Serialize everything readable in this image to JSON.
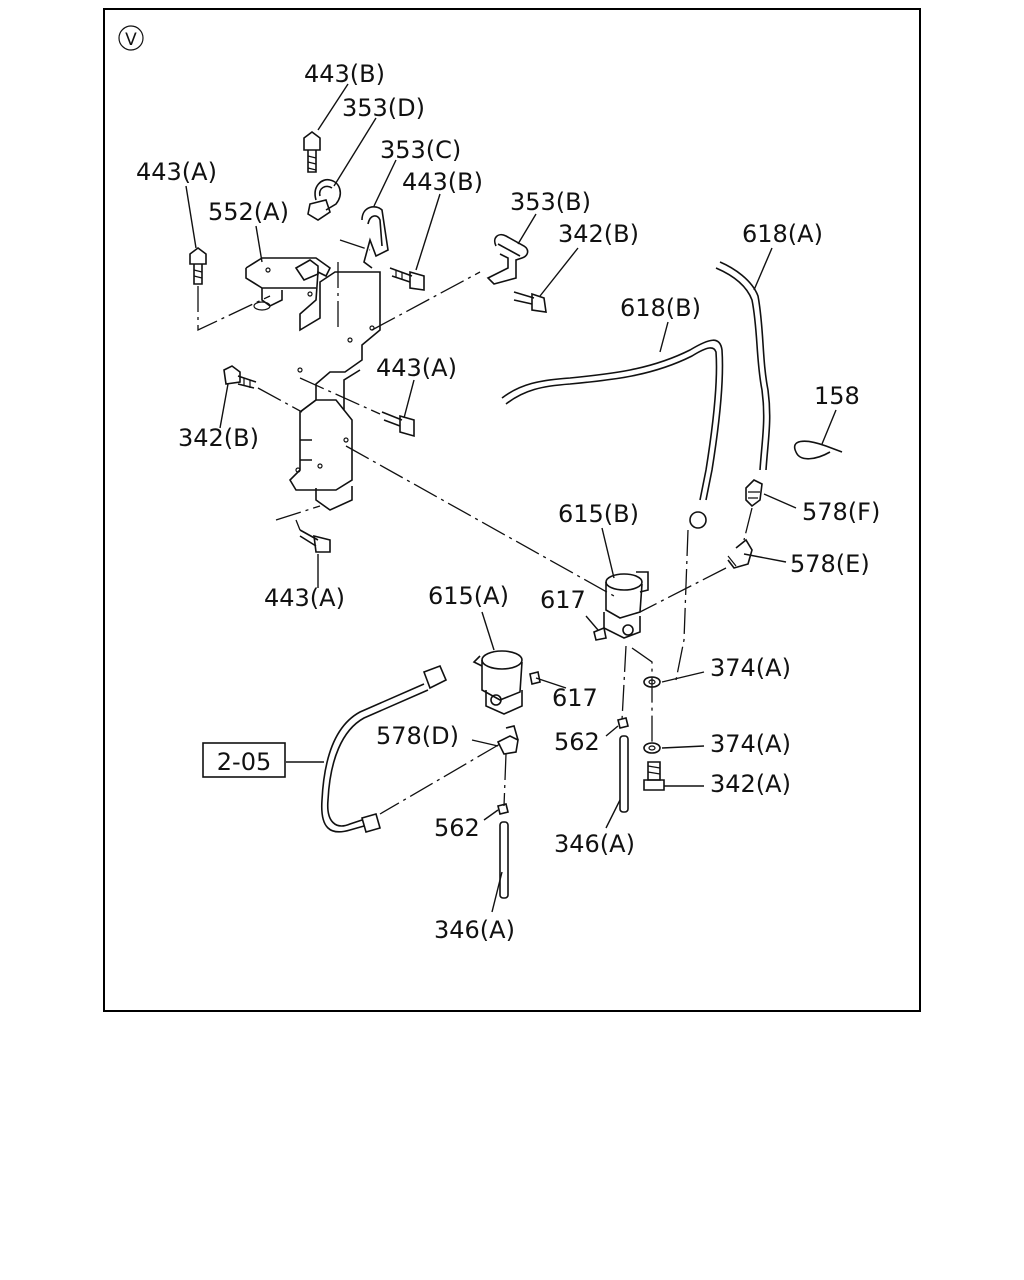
{
  "view_marker": "V",
  "ref_box": "2-05",
  "labels": {
    "l443b_top": "443(B)",
    "l353d": "353(D)",
    "l353c": "353(C)",
    "l443b_mid": "443(B)",
    "l443a_left": "443(A)",
    "l552a": "552(A)",
    "l353b": "353(B)",
    "l342b_top": "342(B)",
    "l618a": "618(A)",
    "l618b": "618(B)",
    "l443a_mid": "443(A)",
    "l342b_left": "342(B)",
    "l158": "158",
    "l578f": "578(F)",
    "l615b": "615(B)",
    "l578e": "578(E)",
    "l617_right": "617",
    "l443a_bottom": "443(A)",
    "l615a": "615(A)",
    "l617_left": "617",
    "l374a_top": "374(A)",
    "l578d": "578(D)",
    "l562_right": "562",
    "l374a_bottom": "374(A)",
    "l342a": "342(A)",
    "l562_left": "562",
    "l346a_right": "346(A)",
    "l346a_left": "346(A)"
  }
}
